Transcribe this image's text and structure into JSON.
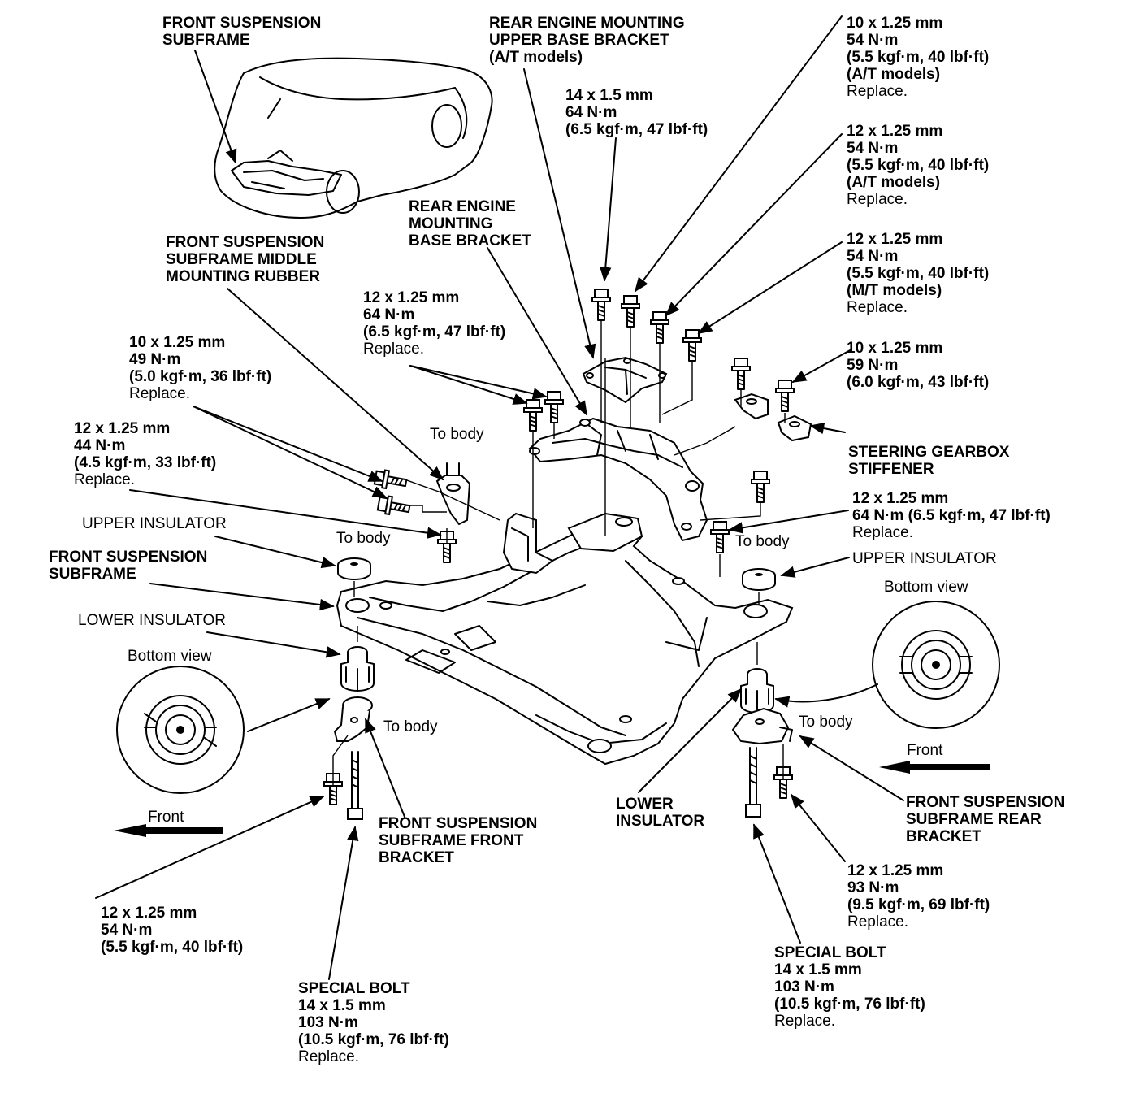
{
  "labels": {
    "subframe_inset": [
      "FRONT SUSPENSION",
      "SUBFRAME"
    ],
    "rear_upper_bracket": [
      "REAR ENGINE MOUNTING",
      "UPPER BASE BRACKET",
      "(A/T models)"
    ],
    "bolt_14_64": [
      "14 x 1.5 mm",
      "64 N·m",
      "(6.5 kgf·m, 47 lbf·ft)"
    ],
    "bolt_10_54_at": [
      "10 x 1.25 mm",
      "54 N·m",
      "(5.5 kgf·m, 40 lbf·ft)",
      "(A/T models)",
      "Replace."
    ],
    "bolt_12_54_at": [
      "12 x 1.25 mm",
      "54 N·m",
      "(5.5 kgf·m, 40 lbf·ft)",
      "(A/T models)",
      "Replace."
    ],
    "rear_base_bracket": [
      "REAR ENGINE",
      "MOUNTING",
      "BASE BRACKET"
    ],
    "bolt_12_54_mt": [
      "12 x 1.25 mm",
      "54 N·m",
      "(5.5 kgf·m, 40 lbf·ft)",
      "(M/T models)",
      "Replace."
    ],
    "middle_rubber": [
      "FRONT SUSPENSION",
      "SUBFRAME MIDDLE",
      "MOUNTING RUBBER"
    ],
    "bolt_12_64_top": [
      "12 x 1.25 mm",
      "64 N·m",
      "(6.5 kgf·m, 47 lbf·ft)",
      "Replace."
    ],
    "bolt_10_59": [
      "10 x 1.25 mm",
      "59 N·m",
      "(6.0 kgf·m, 43 lbf·ft)"
    ],
    "bolt_10_49": [
      "10 x 1.25 mm",
      "49 N·m",
      "(5.0 kgf·m, 36 lbf·ft)",
      "Replace."
    ],
    "to_body_1": "To body",
    "steering_stiffener": [
      "STEERING GEARBOX",
      "STIFFENER"
    ],
    "bolt_12_44": [
      "12 x 1.25 mm",
      "44 N·m",
      "(4.5 kgf·m, 33 lbf·ft)",
      "Replace."
    ],
    "bolt_12_64_right": [
      "12 x 1.25 mm",
      "64 N·m (6.5 kgf·m, 47 lbf·ft)",
      "Replace."
    ],
    "upper_insulator_left": "UPPER INSULATOR",
    "to_body_2": "To body",
    "to_body_3": "To body",
    "upper_insulator_right": "UPPER INSULATOR",
    "subframe_main": [
      "FRONT SUSPENSION",
      "SUBFRAME"
    ],
    "bottom_view_right": "Bottom view",
    "lower_insulator_left": "LOWER INSULATOR",
    "bottom_view_left": "Bottom view",
    "to_body_4": "To body",
    "to_body_5": "To body",
    "front_right": "Front",
    "lower_insulator_right": [
      "LOWER",
      "INSULATOR"
    ],
    "rear_bracket": [
      "FRONT SUSPENSION",
      "SUBFRAME REAR",
      "BRACKET"
    ],
    "front_left": "Front",
    "front_bracket": [
      "FRONT SUSPENSION",
      "SUBFRAME FRONT",
      "BRACKET"
    ],
    "bolt_12_93": [
      "12 x 1.25 mm",
      "93 N·m",
      "(9.5 kgf·m, 69 lbf·ft)",
      "Replace."
    ],
    "bolt_12_54_bottom": [
      "12 x 1.25 mm",
      "54 N·m",
      "(5.5 kgf·m, 40 lbf·ft)"
    ],
    "special_bolt_right": [
      "SPECIAL BOLT",
      "14 x 1.5 mm",
      "103 N·m",
      "(10.5 kgf·m, 76 lbf·ft)",
      "Replace."
    ],
    "special_bolt_left": [
      "SPECIAL BOLT",
      "14 x 1.5 mm",
      "103 N·m",
      "(10.5 kgf·m, 76 lbf·ft)",
      "Replace."
    ]
  }
}
